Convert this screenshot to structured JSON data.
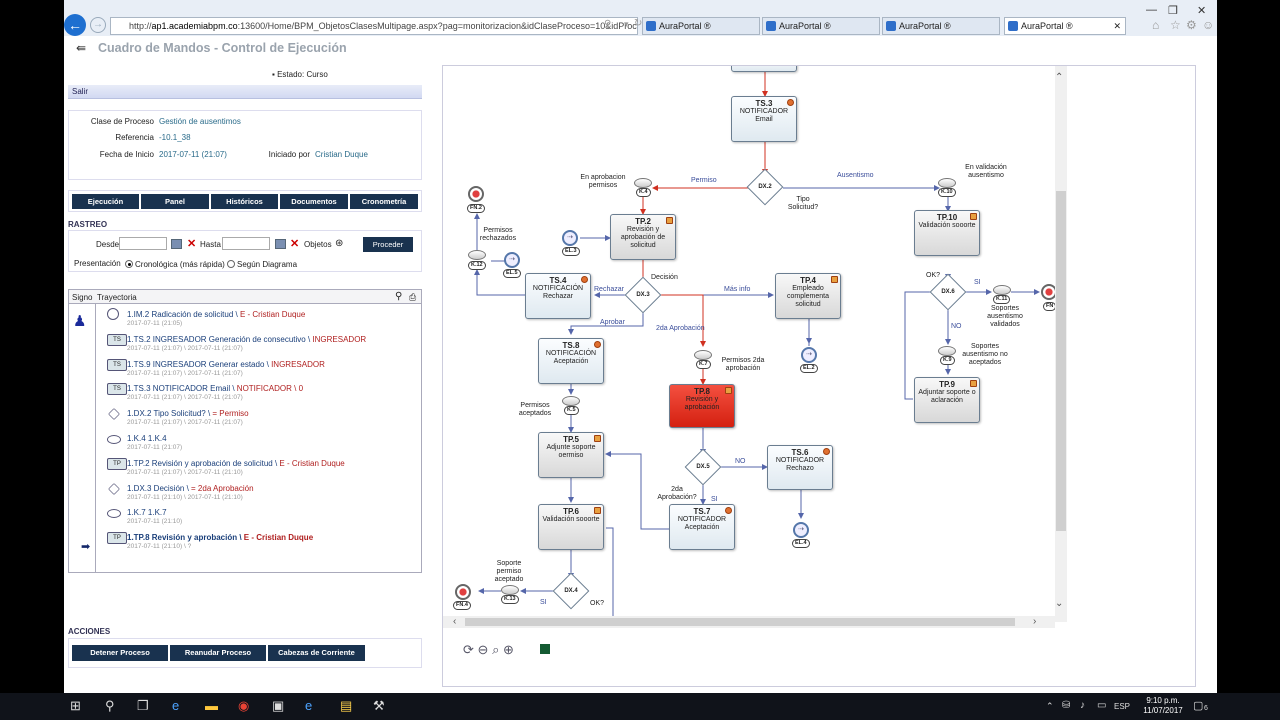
{
  "browser": {
    "address_host": "ap1.academiabpm.co",
    "address_prefix": "http://",
    "address_rest": ":13600/Home/BPM_ObjetosClasesMultipage.aspx?pag=monitorizacion&idClaseProceso=10&idProce",
    "tabs": [
      {
        "label": "AuraPortal ®"
      },
      {
        "label": "AuraPortal ®"
      },
      {
        "label": "AuraPortal ®"
      },
      {
        "label": "AuraPortal ®"
      }
    ]
  },
  "app": {
    "title": "Cuadro de Mandos - Control de Ejecución",
    "estado_label": "Estado:",
    "estado_value": "Curso",
    "salir": "Salir",
    "info": {
      "clase_label": "Clase de Proceso",
      "clase_value": "Gestión de ausentimos",
      "ref_label": "Referencia",
      "ref_value": "-10.1_38",
      "fecha_label": "Fecha de Inicio",
      "fecha_value": "2017-07-11 (21:07)",
      "iniciado_label": "Iniciado por",
      "iniciado_value": "Cristian Duque"
    },
    "nav_buttons": [
      "Ejecución",
      "Panel",
      "Históricos",
      "Documentos",
      "Cronometría"
    ],
    "rastreo": {
      "title": "RASTREO",
      "desde": "Desde",
      "hasta": "Hasta",
      "objetos": "Objetos",
      "proceder": "Proceder",
      "presentacion": "Presentación",
      "opt1": "Cronológica (más rápida)",
      "opt2": "Según Diagrama"
    },
    "trayectoria": {
      "col_signo": "Signo",
      "col_trayectoria": "Trayectoria",
      "rows": [
        {
          "icon": "IM",
          "main": "1.IM.2 Radicación de solicitud",
          "sep": " \\ ",
          "who": "E - Cristian Duque",
          "date": "2017-07-11 (21:05)"
        },
        {
          "icon": "TS",
          "main": "1.TS.2 INGRESADOR Generación de consecutivo",
          "sep": " \\ ",
          "who": "INGRESADOR",
          "date": "2017-07-11 (21:07) \\ 2017-07-11 (21:07)"
        },
        {
          "icon": "TS",
          "main": "1.TS.9 INGRESADOR Generar estado",
          "sep": " \\ ",
          "who": "INGRESADOR",
          "date": "2017-07-11 (21:07) \\ 2017-07-11 (21:07)"
        },
        {
          "icon": "TS",
          "main": "1.TS.3 NOTIFICADOR Email",
          "sep": " \\ ",
          "who": "NOTIFICADOR \\ 0",
          "date": "2017-07-11 (21:07) \\ 2017-07-11 (21:07)"
        },
        {
          "icon": "DX",
          "main": "1.DX.2 Tipo Solicitud?",
          "sep": " \\ ",
          "who": "= Permiso",
          "date": "2017-07-11 (21:07) \\ 2017-07-11 (21:07)"
        },
        {
          "icon": "K",
          "main": "1.K.4 1.K.4",
          "sep": "",
          "who": "",
          "date": "2017-07-11 (21:07)"
        },
        {
          "icon": "TP",
          "main": "1.TP.2 Revisión y aprobación de solicitud",
          "sep": " \\ ",
          "who": "E - Cristian Duque",
          "date": "2017-07-11 (21:07) \\ 2017-07-11 (21:10)"
        },
        {
          "icon": "DX",
          "main": "1.DX.3 Decisión",
          "sep": " \\ ",
          "who": "= 2da Aprobación",
          "date": "2017-07-11 (21:10) \\ 2017-07-11 (21:10)"
        },
        {
          "icon": "K",
          "main": "1.K.7 1.K.7",
          "sep": "",
          "who": "",
          "date": "2017-07-11 (21:10)"
        },
        {
          "icon": "TP",
          "main": "1.TP.8 Revisión y aprobación",
          "sep": " \\ ",
          "who": "E - Cristian Duque",
          "date": "2017-07-11 (21:10) \\ ?"
        }
      ]
    },
    "acciones": {
      "title": "ACCIONES",
      "buttons": [
        "Detener Proceso",
        "Reanudar Proceso",
        "Cabezas de Corriente"
      ]
    }
  },
  "diagram": {
    "nodes": {
      "ts3": {
        "code": "TS.3",
        "text": "NOTIFICADOR Email"
      },
      "tp2": {
        "code": "TP.2",
        "text": "Revisión y aprobación de solicitud"
      },
      "ts4": {
        "code": "TS.4",
        "text": "NOTIFICACIÓN Rechazar"
      },
      "tp4": {
        "code": "TP.4",
        "text": "Empleado complementa solicitud"
      },
      "ts8": {
        "code": "TS.8",
        "text": "NOTIFICACIÓN Aceptación"
      },
      "tp8": {
        "code": "TP.8",
        "text": "Revisión y aprobación"
      },
      "tp5": {
        "code": "TP.5",
        "text": "Adjunte soporte oermiso"
      },
      "ts6": {
        "code": "TS.6",
        "text": "NOTIFICADOR Rechazo"
      },
      "tp6": {
        "code": "TP.6",
        "text": "Validación sooorte"
      },
      "ts7": {
        "code": "TS.7",
        "text": "NOTIFICADOR Aceptación"
      },
      "tp10": {
        "code": "TP.10",
        "text": "Validación sooorte"
      },
      "tp9": {
        "code": "TP.9",
        "text": "Adjuntar soporte o aclaración"
      }
    },
    "gateways": {
      "dx2": "DX.2",
      "dx3": "DX.3",
      "dx5": "DX.5",
      "dx4": "DX.4",
      "dx6": "DX.6"
    },
    "connectors": {
      "k4": "K.4",
      "k10": "K.10",
      "k12": "K.12",
      "k7": "K.7",
      "k5": "K.5",
      "k13": "K.13",
      "k11": "K.11",
      "k9": "K.9"
    },
    "events": {
      "fn2": "FN.2",
      "el3": "EL.3",
      "el5": "EL.5",
      "el2": "EL.2",
      "el4": "EL.4",
      "fn4": "FN.4",
      "fn": "FN"
    },
    "labels": {
      "permiso": "Permiso",
      "ausentismo": "Ausentismo",
      "tipo_solicitud": "Tipo Solicitud?",
      "en_aprobacion": "En aprobacion permisos",
      "en_validacion": "En validación ausentismo",
      "permisos_rechazados": "Permisos rechazados",
      "decision": "Decisión",
      "rechazar": "Rechazar",
      "mas_info": "Más info",
      "aprobar": "Aprobar",
      "segunda_aprobacion": "2da Aprobación",
      "permisos_2da": "Permisos 2da aprobación",
      "permisos_aceptados": "Permisos aceptados",
      "no": "NO",
      "si": "SI",
      "segunda_q": "2da Aprobación?",
      "soporte_aceptado": "Soporte permiso aceptado",
      "si2": "SI",
      "ok": "OK?",
      "ok2": "OK?",
      "si3": "SI",
      "no2": "NO",
      "soportes_validados": "Soportes ausentismo validados",
      "soportes_no": "Soportes ausentismo no aceptados"
    }
  },
  "taskbar": {
    "lang": "ESP",
    "time": "9:10 p.m.",
    "date": "11/07/2017",
    "notif": "6"
  }
}
